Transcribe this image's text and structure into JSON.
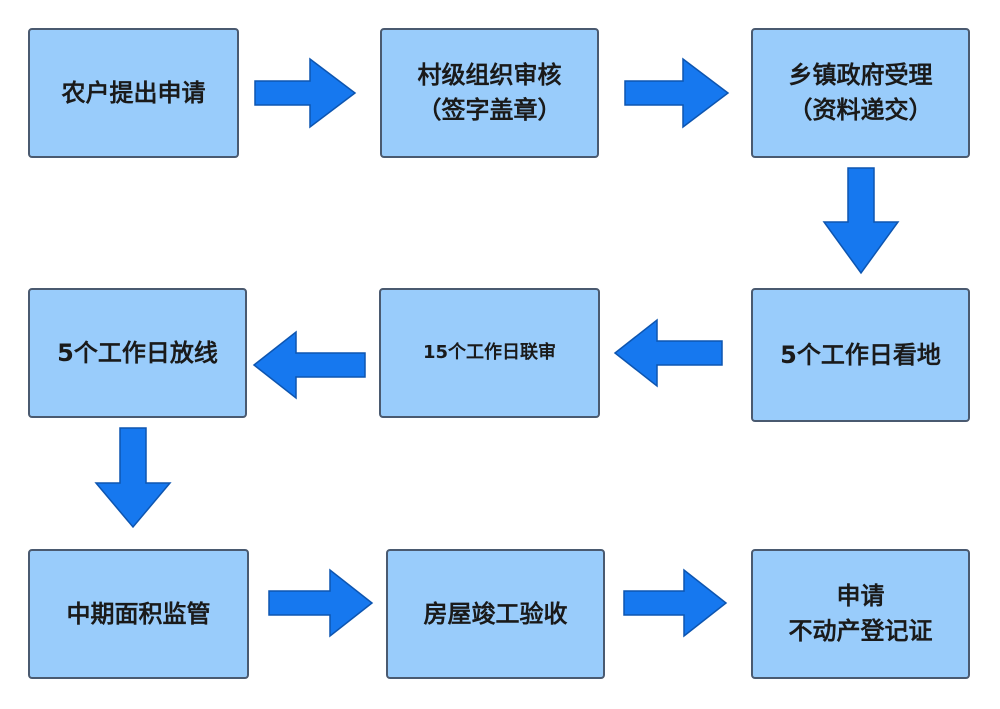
{
  "flow": {
    "step1": {
      "line1": "农户提出申请"
    },
    "step2": {
      "line1": "村级组织审核",
      "line2": "（签字盖章）"
    },
    "step3": {
      "line1": "乡镇政府受理",
      "line2": "（资料递交）"
    },
    "step4": {
      "line1": "5个工作日看地"
    },
    "step5": {
      "line1": "15个工作日联审"
    },
    "step6": {
      "line1": "5个工作日放线"
    },
    "step7": {
      "line1": "中期面积监管"
    },
    "step8": {
      "line1": "房屋竣工验收"
    },
    "step9": {
      "line1": "申请",
      "line2": "不动产登记证"
    }
  },
  "colors": {
    "box_fill": "#99ccfb",
    "box_border": "#4a5a70",
    "arrow_fill": "#1678ef"
  }
}
